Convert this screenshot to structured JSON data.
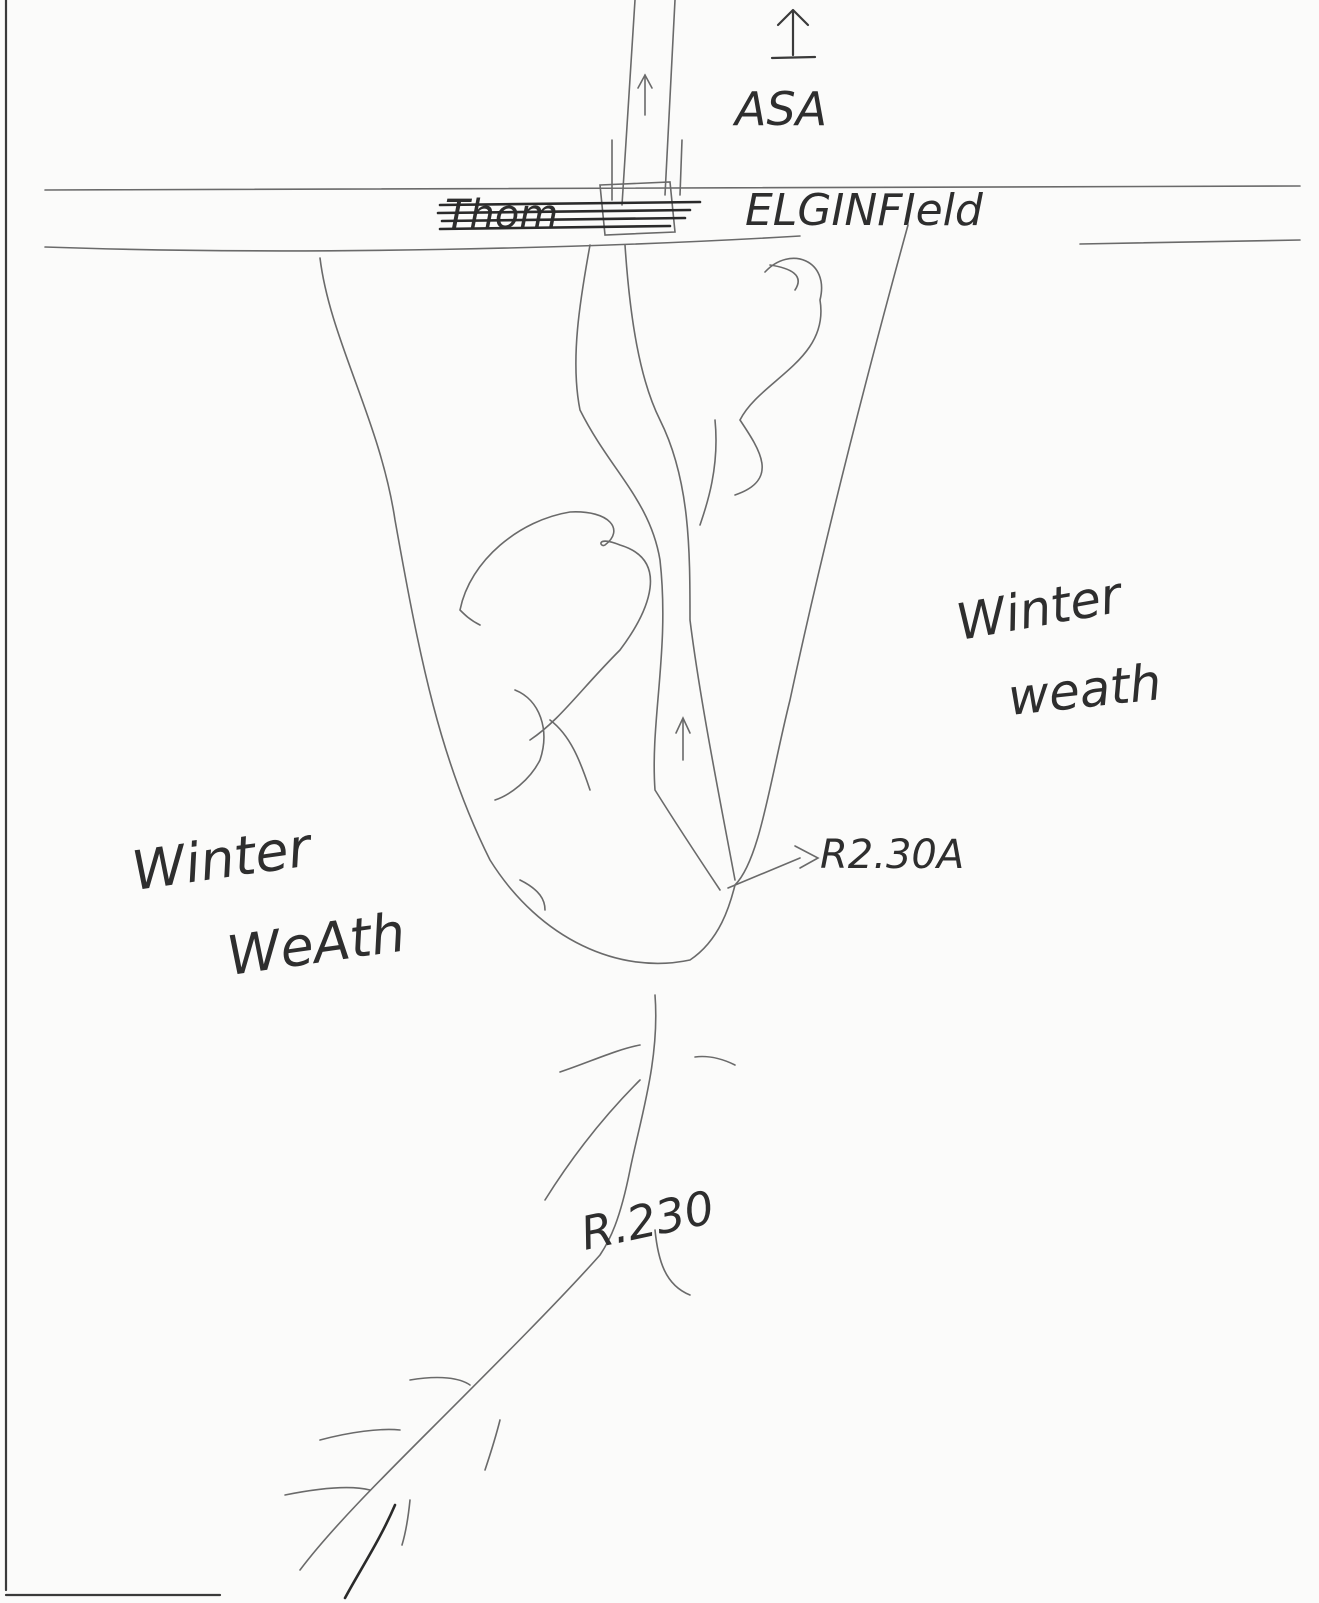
{
  "labels": {
    "north": "ASA",
    "road": "ELGINFIeld",
    "crossed_out": "Thom",
    "winter_right_line1": "Winter",
    "winter_right_line2": "weath",
    "winter_left_line1": "Winter",
    "winter_left_line2": "WeAth",
    "point_a": "R2.30A",
    "point_b": "R.230"
  },
  "colors": {
    "paper": "#fbfbfa",
    "pencil": "#3a3a3a"
  },
  "icons": {
    "north_arrow": "up-arrow-icon",
    "flow_arrow": "up-arrow-icon"
  }
}
